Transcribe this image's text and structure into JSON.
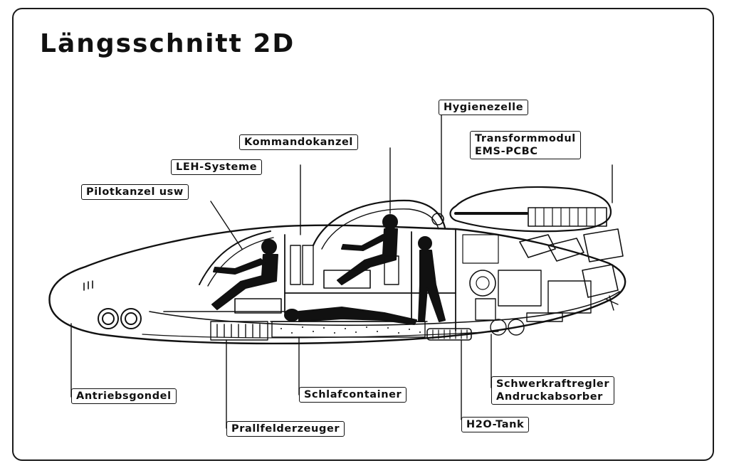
{
  "title": "Längsschnitt 2D",
  "labels": {
    "hygienezelle": "Hygienezelle",
    "transformmodul_l1": "Transformmodul",
    "transformmodul_l2": "EMS-PCBC",
    "kommandokanzel": "Kommandokanzel",
    "leh_systeme": "LEH-Systeme",
    "pilotkanzel": "Pilotkanzel usw",
    "antriebsgondel": "Antriebsgondel",
    "schlafcontainer": "Schlafcontainer",
    "schwerkraft_l1": "Schwerkraftregler",
    "schwerkraft_l2": "Andruckabsorber",
    "prallfelderzeuger": "Prallfelderzeuger",
    "h2o_tank": "H2O-Tank"
  },
  "colors": {
    "ink": "#111111",
    "paper": "#ffffff"
  }
}
